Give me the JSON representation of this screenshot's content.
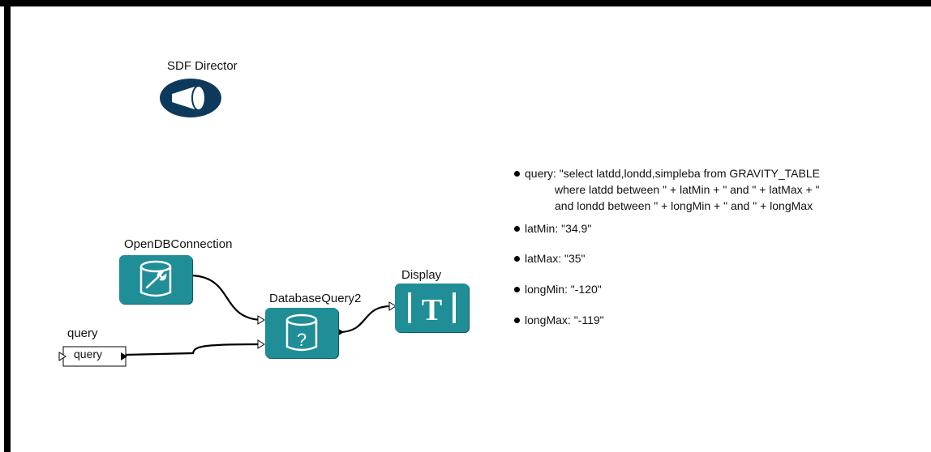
{
  "director": {
    "label": "SDF Director"
  },
  "actors": {
    "open_db": {
      "label": "OpenDBConnection"
    },
    "db_query": {
      "label": "DatabaseQuery2"
    },
    "display": {
      "label": "Display"
    },
    "query_port": {
      "label": "query",
      "box_text": "query"
    }
  },
  "icons": {
    "director": "director-icon",
    "open_db": "wrench-database-icon",
    "db_query": "question-database-icon",
    "display": "text-display-icon"
  },
  "colors": {
    "actor_fill": "#1f8e96",
    "director": "#0d3a5c",
    "wire": "#000000"
  },
  "parameters": [
    {
      "lines": [
        "query: \"select latdd,londd,simpleba from GRAVITY_TABLE",
        "where latdd between \" + latMin + \" and \"  + latMax + \"",
        "and londd between \" + longMin + \" and \" + longMax"
      ]
    },
    {
      "lines": [
        "latMin: \"34.9\""
      ]
    },
    {
      "lines": [
        "latMax: \"35\""
      ]
    },
    {
      "lines": [
        "longMin: \"-120\""
      ]
    },
    {
      "lines": [
        "longMax: \"-119\""
      ]
    }
  ]
}
